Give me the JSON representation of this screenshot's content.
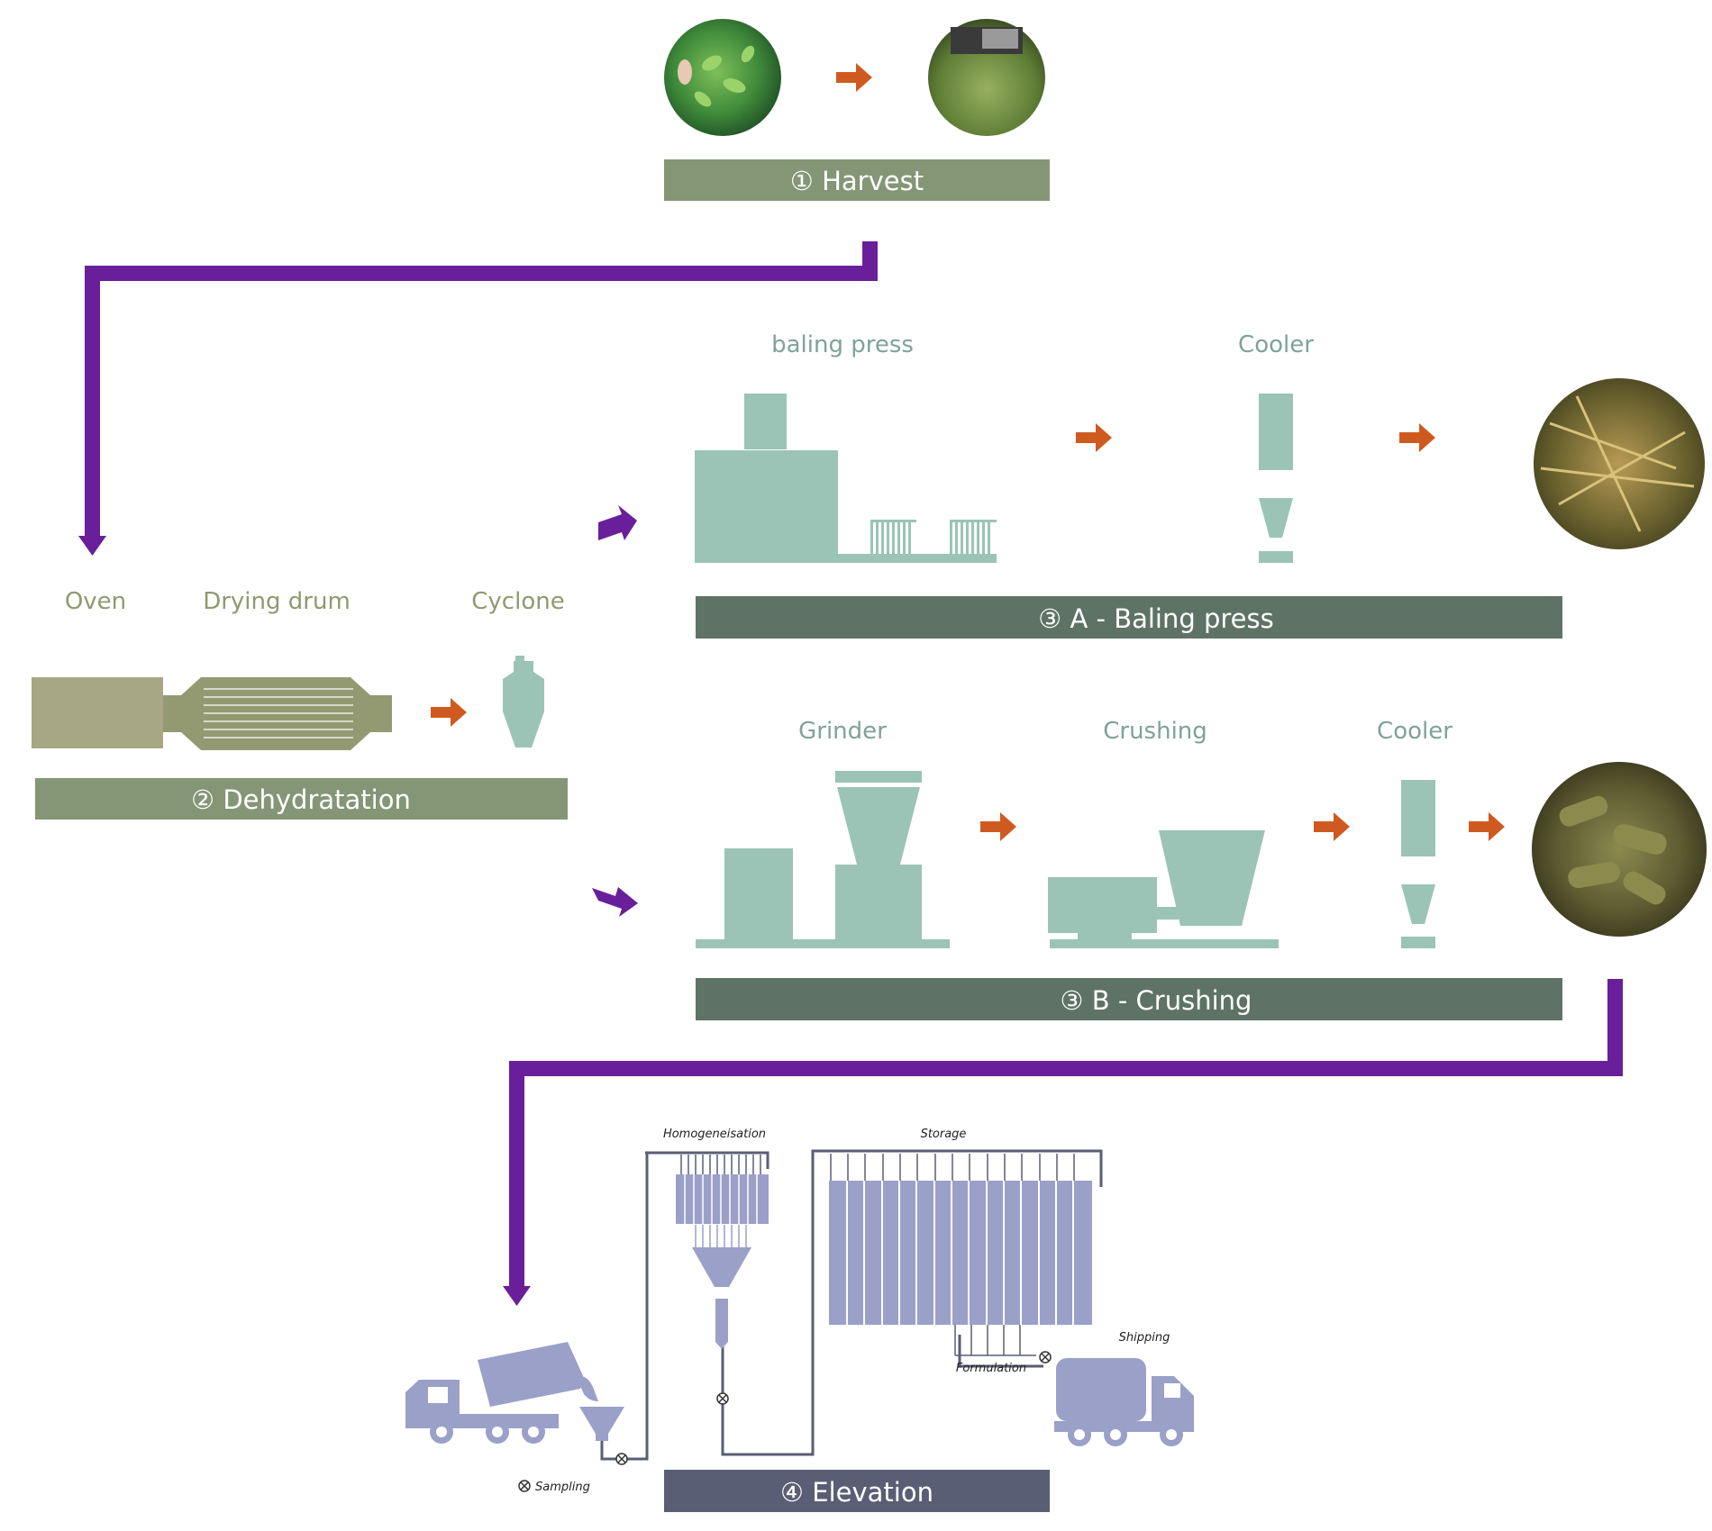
{
  "steps": {
    "harvest": "① Harvest",
    "dehydration": "② Dehydratation",
    "baling": "③ A - Baling press",
    "crushing": "③ B - Crushing",
    "elevation": "④ Elevation"
  },
  "labels": {
    "oven": "Oven",
    "drying_drum": "Drying drum",
    "cyclone": "Cyclone",
    "baling_press": "baling press",
    "cooler_a": "Cooler",
    "grinder": "Grinder",
    "crushing": "Crushing",
    "cooler_b": "Cooler",
    "homogeneisation": "Homogeneisation",
    "storage": "Storage",
    "shipping": "Shipping",
    "formulation": "Formulation",
    "sampling": "Sampling"
  },
  "colors": {
    "banner_green": "#849676",
    "banner_dark": "#5e7366",
    "banner_slate": "#5a5e75",
    "machine_mint": "#9bc4b6",
    "oven_olive": "#a7a785",
    "drum_olive": "#939a72",
    "flow_purple": "#6a1f9a",
    "arrow_orange": "#cf5a20",
    "silo_lavender": "#9aa0c8"
  }
}
